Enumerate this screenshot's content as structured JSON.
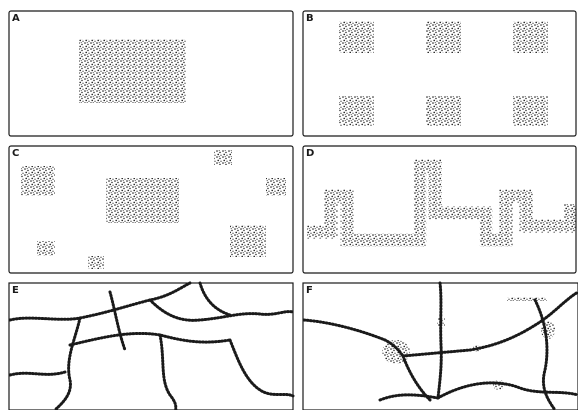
{
  "figure": {
    "panels": [
      {
        "id": "A",
        "label": "A"
      },
      {
        "id": "B",
        "label": "B"
      },
      {
        "id": "C",
        "label": "C"
      },
      {
        "id": "D",
        "label": "D"
      },
      {
        "id": "E",
        "label": "E"
      },
      {
        "id": "F",
        "label": "F"
      }
    ]
  },
  "style": {
    "ink": "#1a1a1a",
    "paper": "#ffffff"
  }
}
